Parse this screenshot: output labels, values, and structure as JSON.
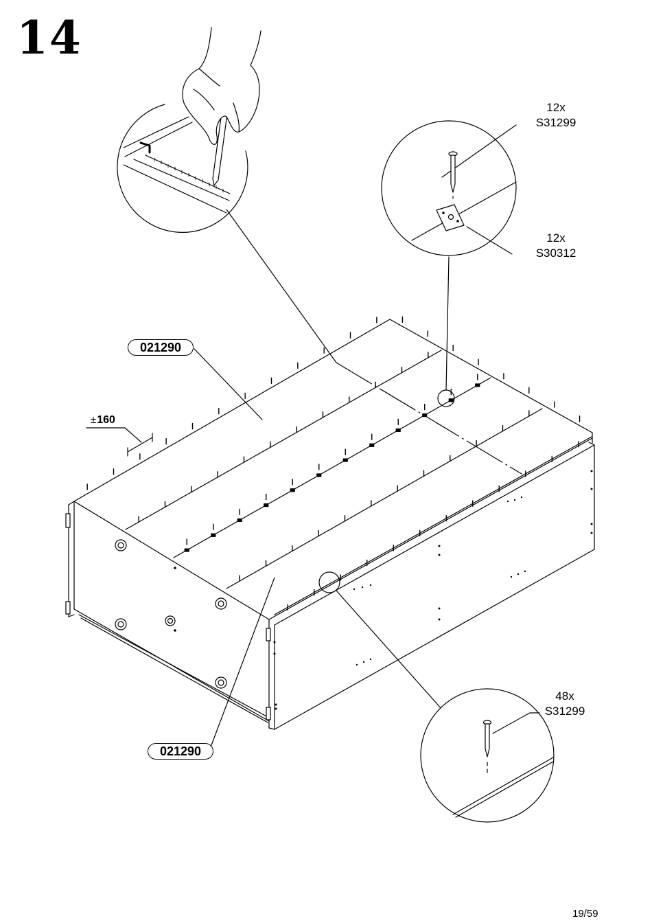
{
  "step": {
    "number": "14"
  },
  "page": {
    "number": "19/59"
  },
  "callouts": {
    "top_nail": {
      "qty": "12x",
      "code": "S31299"
    },
    "plate": {
      "qty": "12x",
      "code": "S30312"
    },
    "bottom_nail": {
      "qty": "48x",
      "code": "S31299"
    }
  },
  "parts": {
    "top_label": "021290",
    "bottom_label": "021290"
  },
  "dimension": {
    "sign": "±",
    "value": "160"
  }
}
